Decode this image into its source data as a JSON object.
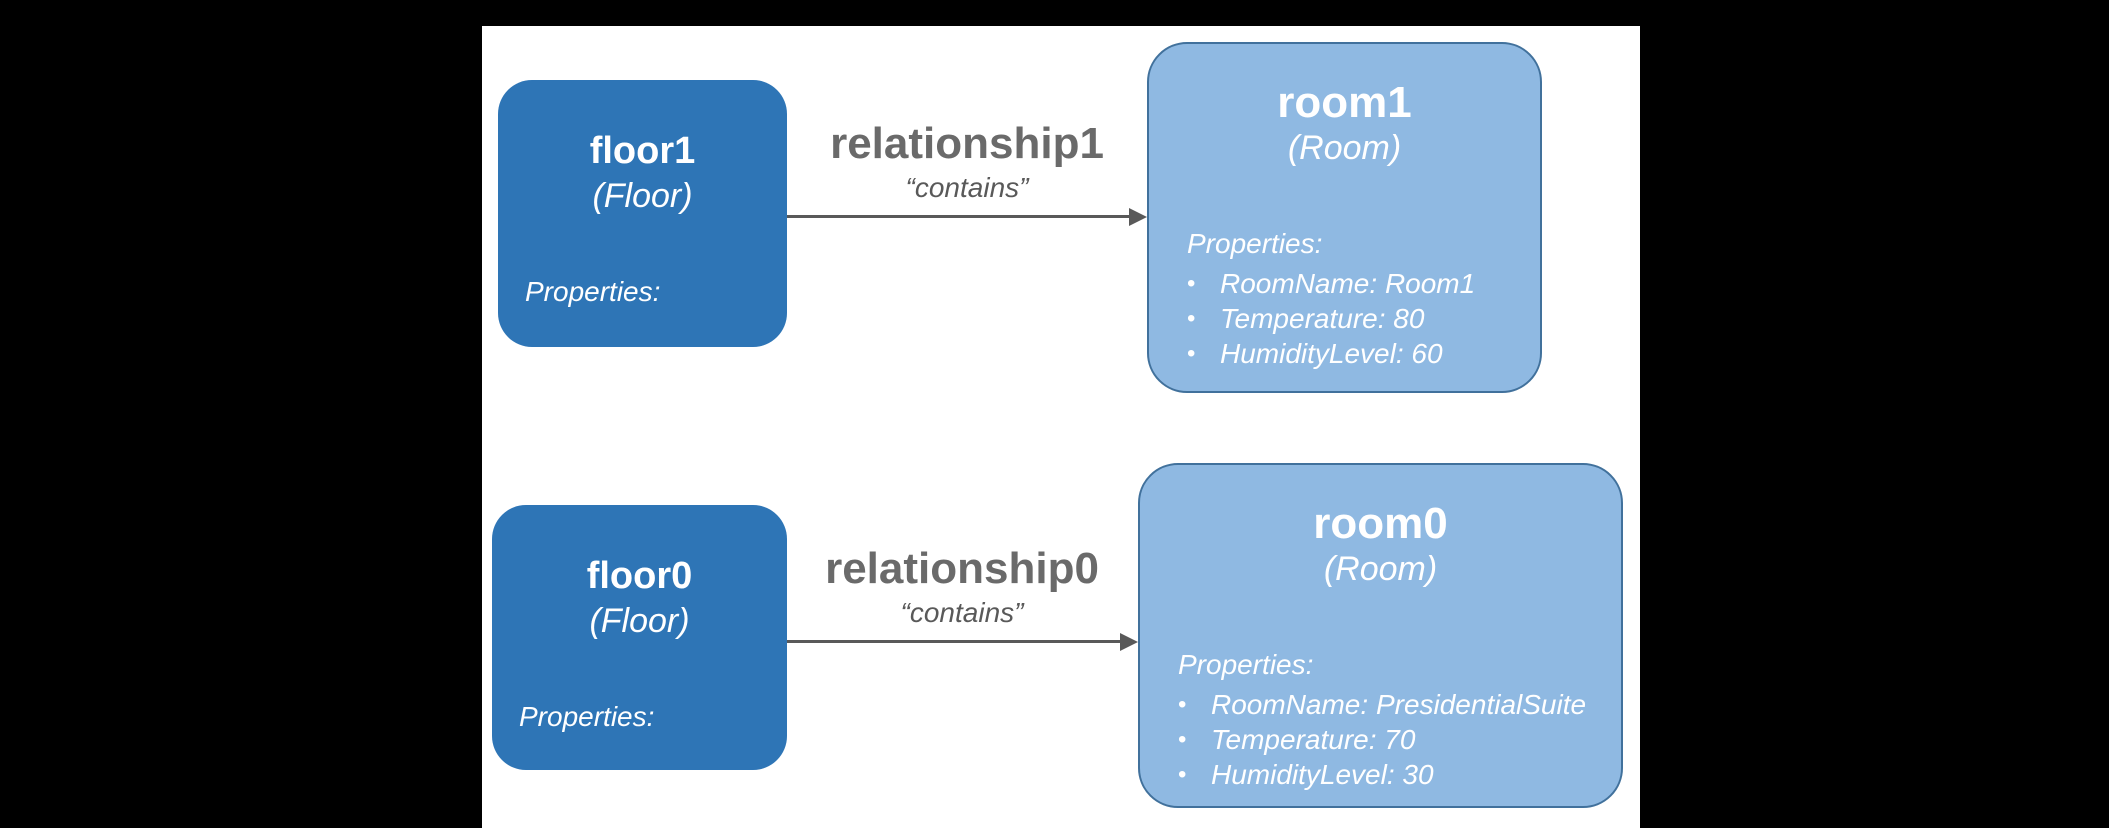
{
  "diagram": {
    "bullet": "•",
    "colors": {
      "background": "#000000",
      "canvas": "#ffffff",
      "floor_fill": "#2E75B6",
      "room_fill": "#8FB9E2",
      "room_border": "#41719C",
      "relationship_title": "#6A6A6A",
      "relationship_verb": "#595959",
      "arrow": "#595959",
      "node_text": "#ffffff"
    },
    "rows": [
      {
        "floor": {
          "name": "floor1",
          "type": "(Floor)",
          "properties_label": "Properties:"
        },
        "relationship": {
          "name": "relationship1",
          "verb": "“contains”"
        },
        "room": {
          "name": "room1",
          "type": "(Room)",
          "properties_label": "Properties:",
          "properties": [
            "RoomName: Room1",
            "Temperature: 80",
            "HumidityLevel: 60"
          ]
        }
      },
      {
        "floor": {
          "name": "floor0",
          "type": "(Floor)",
          "properties_label": "Properties:"
        },
        "relationship": {
          "name": "relationship0",
          "verb": "“contains”"
        },
        "room": {
          "name": "room0",
          "type": "(Room)",
          "properties_label": "Properties:",
          "properties": [
            "RoomName: PresidentialSuite",
            "Temperature: 70",
            "HumidityLevel: 30"
          ]
        }
      }
    ]
  }
}
